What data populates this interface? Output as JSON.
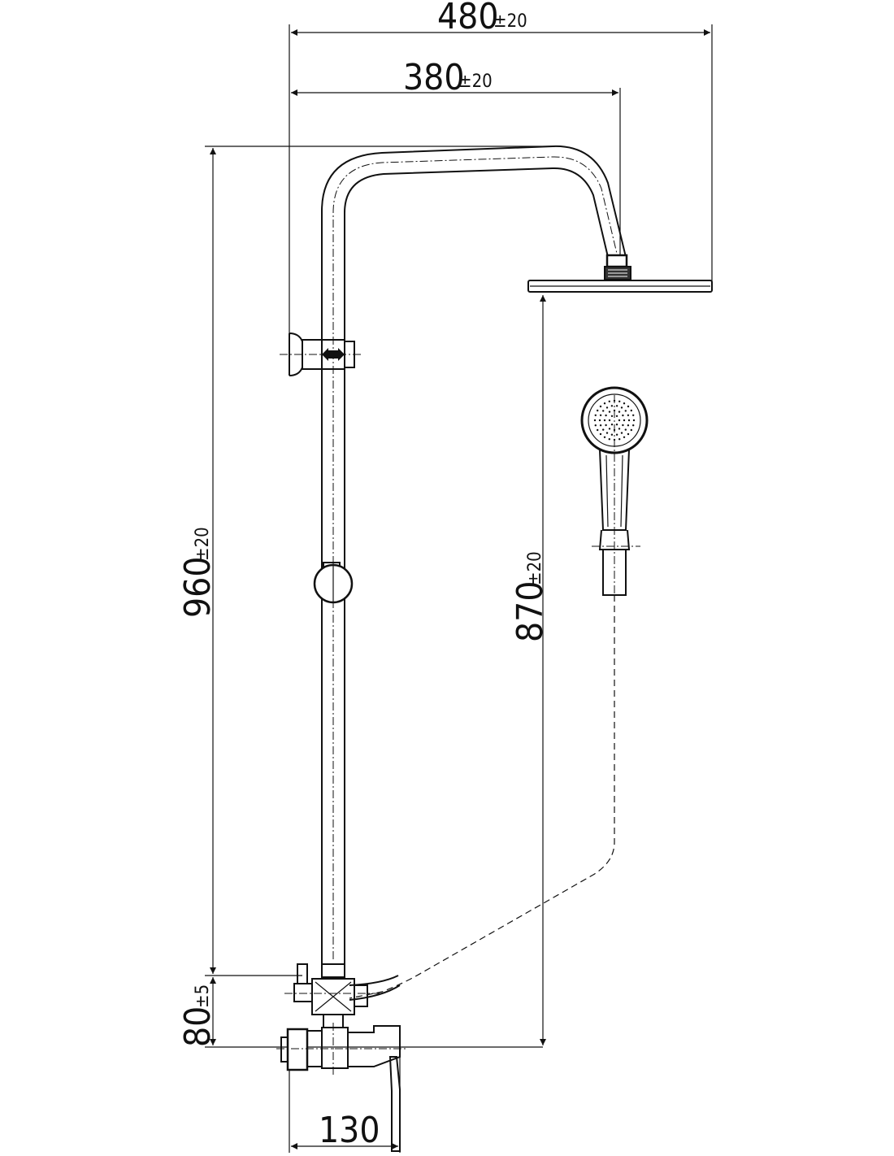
{
  "dimensions": {
    "overall_width": {
      "value": "480",
      "tolerance": "±20"
    },
    "arm_reach": {
      "value": "380",
      "tolerance": "±20"
    },
    "rail_height": {
      "value": "960",
      "tolerance": "±20"
    },
    "head_height": {
      "value": "870",
      "tolerance": "±20"
    },
    "diverter_offset": {
      "value": "80",
      "tolerance": "±5"
    },
    "mixer_depth": {
      "value": "130"
    }
  }
}
